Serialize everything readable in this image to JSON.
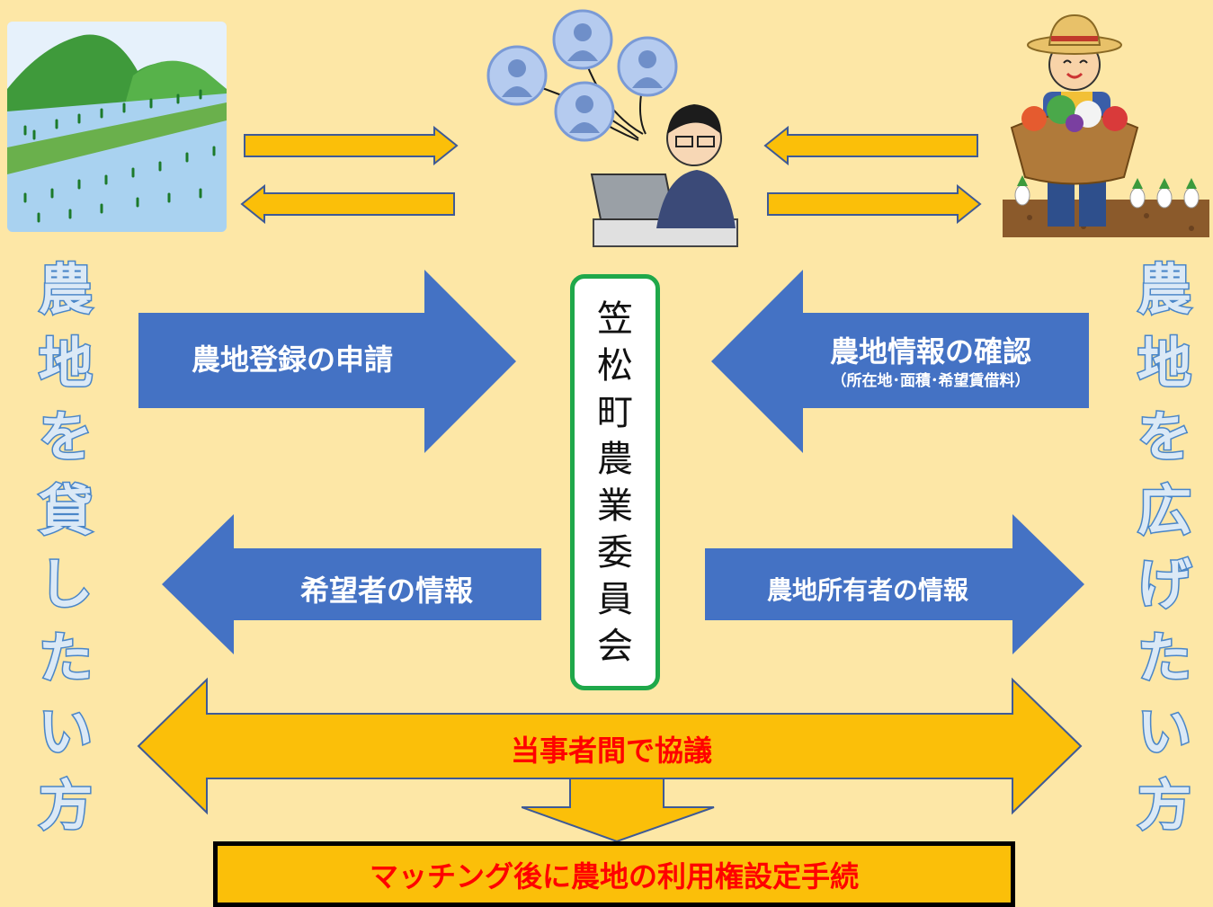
{
  "left_vertical": [
    "農",
    "地",
    "を",
    "貸",
    "し",
    "た",
    "い",
    "方"
  ],
  "right_vertical": [
    "農",
    "地",
    "を",
    "広",
    "げ",
    "た",
    "い",
    "方"
  ],
  "committee_chars": [
    "笠",
    "松",
    "町",
    "農",
    "業",
    "委",
    "員",
    "会"
  ],
  "arrows": {
    "apply": "農地登録の申請",
    "confirm": "農地情報の確認",
    "confirm_sub": "（所在地･面積･希望賃借料）",
    "seeker_info": "希望者の情報",
    "owner_info": "農地所有者の情報",
    "consult": "当事者間で協議"
  },
  "final_step": "マッチング後に農地の利用権設定手続",
  "colors": {
    "background": "#fde7a6",
    "blue_arrow": "#4472c4",
    "yellow_arrow": "#fbbf09",
    "consult_text": "#ff0000",
    "committee_border": "#1fa84a"
  },
  "icons": [
    "rice-paddy-illustration",
    "official-network-illustration",
    "farmer-illustration"
  ]
}
